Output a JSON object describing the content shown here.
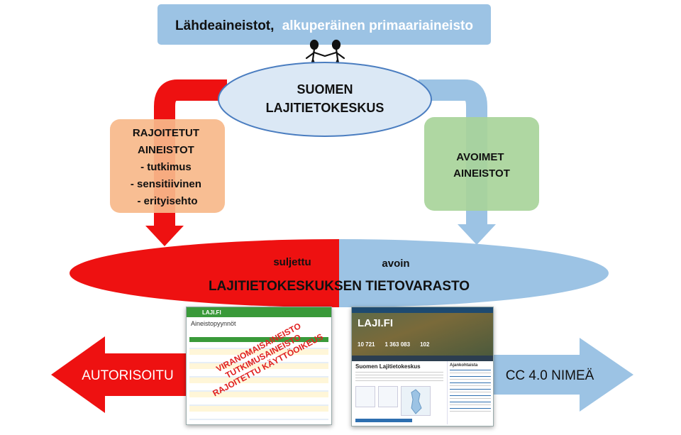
{
  "source_banner": {
    "text_part1": "Lähdeaineistot,",
    "text_part2": "alkuperäinen primaariaineisto",
    "color_bg": "#9cc3e4",
    "color_part2": "#ffffff"
  },
  "center_node": {
    "line1": "SUOMEN",
    "line2": "LAJITIETOKESKUS",
    "color_text": "#1f5fa8"
  },
  "restricted_box": {
    "lines": [
      "RAJOITETUT",
      "AINEISTOT",
      "- tutkimus",
      "- sensitiivinen",
      "- erityisehto"
    ],
    "color": "#f7b98a"
  },
  "open_box": {
    "lines": [
      "AVOIMET",
      "AINEISTOT"
    ],
    "color": "#a8d49a"
  },
  "warehouse": {
    "label_closed": "suljettu",
    "label_open": "avoin",
    "title": "LAJITIETOKESKUKSEN TIETOVARASTO",
    "color_closed": "#ee1111",
    "color_open": "#9cc3e4"
  },
  "left_arrow": {
    "label": "AUTORISOITU",
    "color": "#ee1111"
  },
  "right_arrow": {
    "label": "CC 4.0 NIMEÄ",
    "color": "#9cc3e4"
  },
  "left_screenshot": {
    "brand": "LAJI.FI",
    "heading": "Aineistopyynnöt",
    "stamp_lines": [
      "VIRANOMAISAINEISTO",
      "TUTKIMUSAINEISTO",
      "RAJOITETTU KÄYTTÖOIKEUS"
    ],
    "stamp_color": "#e02020"
  },
  "right_screenshot": {
    "brand": "LAJI.FI",
    "stats": [
      "10 721",
      "1 363 083",
      "102"
    ],
    "heading": "Suomen Lajitietokeskus",
    "side_heading": "Ajankohtaista"
  }
}
